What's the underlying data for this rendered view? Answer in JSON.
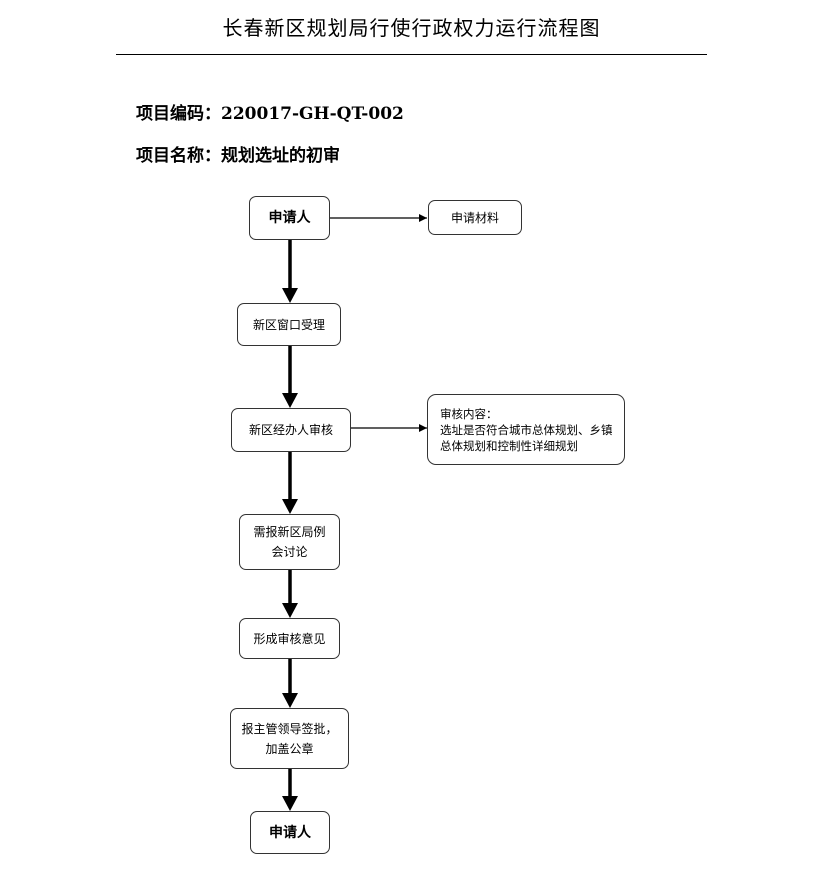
{
  "title": "长春新区规划局行使行政权力运行流程图",
  "project_code": {
    "label": "项目编码：",
    "value": "220017-GH-QT-002"
  },
  "project_name": {
    "label": "项目名称：",
    "value": "规划选址的初审"
  },
  "nodes": {
    "applicant_start": "申请人",
    "materials": "申请材料",
    "window_accept": "新区窗口受理",
    "officer_review": "新区经办人审核",
    "bureau_meeting": "需报新区局例\n会讨论",
    "form_opinion": "形成审核意见",
    "leader_approve": "报主管领导签批，\n加盖公章",
    "applicant_end": "申请人"
  },
  "review_note": {
    "heading": "审核内容：",
    "body": "选址是否符合城市总体规划、乡镇总体规划和控制性详细规划"
  }
}
